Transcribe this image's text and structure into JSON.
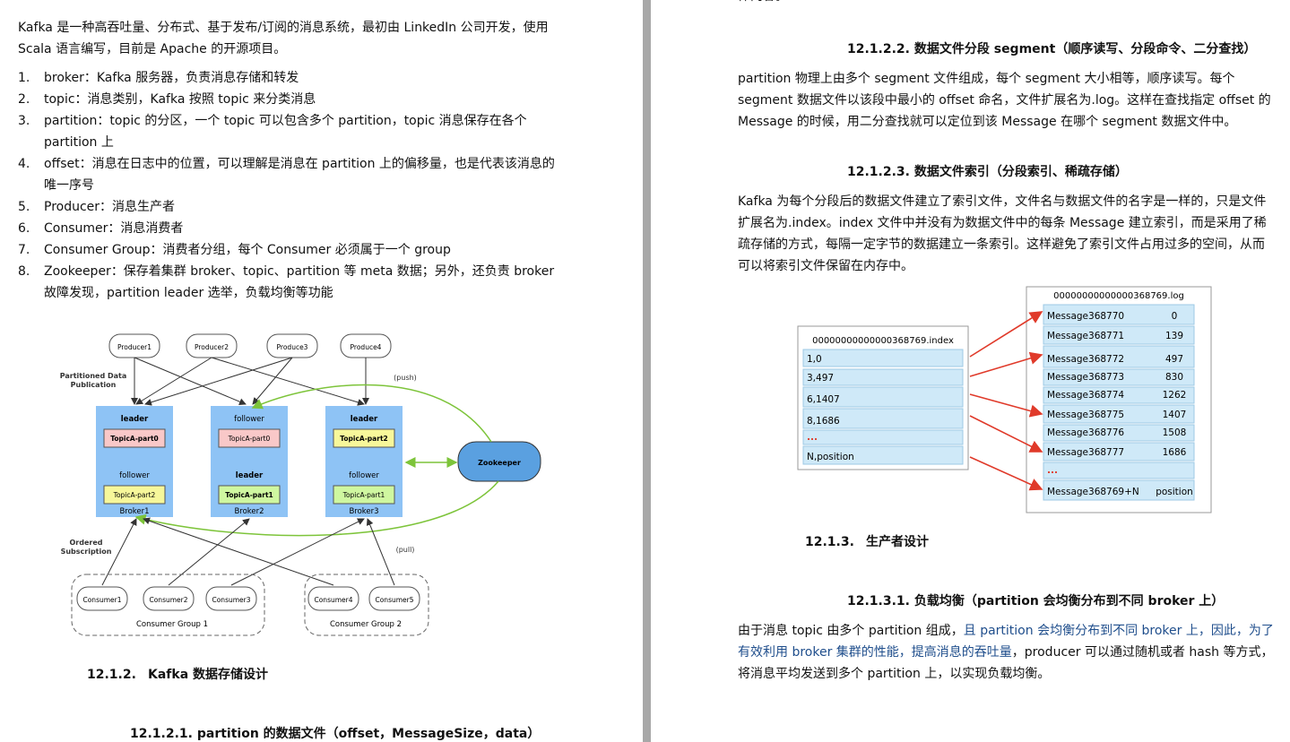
{
  "left": {
    "intro": "Kafka 是一种高吞吐量、分布式、基于发布/订阅的消息系统，最初由 LinkedIn 公司开发，使用 Scala 语言编写，目前是 Apache 的开源项目。",
    "list": [
      {
        "n": "1.",
        "text": "broker：Kafka 服务器，负责消息存储和转发"
      },
      {
        "n": "2.",
        "text": "topic：消息类别，Kafka 按照 topic 来分类消息"
      },
      {
        "n": "3.",
        "text": "partition：topic 的分区，一个 topic 可以包含多个 partition，topic 消息保存在各个 partition 上"
      },
      {
        "n": "4.",
        "text": "offset：消息在日志中的位置，可以理解是消息在 partition 上的偏移量，也是代表该消息的唯一序号"
      },
      {
        "n": "5.",
        "text": "Producer：消息生产者"
      },
      {
        "n": "6.",
        "text": "Consumer：消息消费者"
      },
      {
        "n": "7.",
        "text": "Consumer Group：消费者分组，每个 Consumer 必须属于一个 group"
      },
      {
        "n": "8.",
        "text": "Zookeeper：保存着集群 broker、topic、partition 等 meta 数据；另外，还负责 broker 故障发现，partition leader 选举，负载均衡等功能"
      }
    ],
    "diagram": {
      "producers": [
        "Producer1",
        "Producer2",
        "Produce3",
        "Produce4"
      ],
      "partitioned_label": [
        "Partitioned Data",
        "Publication"
      ],
      "push_label": "(push)",
      "pull_label": "(pull)",
      "ordered_label": [
        "Ordered",
        "Subscription"
      ],
      "brokers": [
        {
          "name": "Broker1",
          "top_role": "leader",
          "top_part": "TopicA-part0",
          "bottom_role": "follower",
          "bottom_part": "TopicA-part2"
        },
        {
          "name": "Broker2",
          "top_role": "follower",
          "top_part": "TopicA-part0",
          "bottom_role": "leader",
          "bottom_part": "TopicA-part1"
        },
        {
          "name": "Broker3",
          "top_role": "leader",
          "top_part": "TopicA-part2",
          "bottom_role": "follower",
          "bottom_part": "TopicA-part1"
        }
      ],
      "zookeeper": "Zookeeper",
      "consumers": [
        "Consumer1",
        "Consumer2",
        "Consumer3",
        "Consumer4",
        "Consumer5"
      ],
      "groups": [
        "Consumer Group 1",
        "Consumer Group 2"
      ]
    },
    "h_1212": {
      "num": "12.1.2.",
      "title": "Kafka 数据存储设计"
    },
    "h_12121": {
      "num": "12.1.2.1.",
      "title": "partition 的数据文件（offset，MessageSize，data）"
    }
  },
  "right": {
    "top_fragment": "体内容。",
    "h_12122": {
      "num": "12.1.2.2.",
      "title": "数据文件分段 segment（顺序读写、分段命令、二分查找）"
    },
    "p_segment": "partition 物理上由多个 segment 文件组成，每个 segment 大小相等，顺序读写。每个 segment 数据文件以该段中最小的 offset 命名，文件扩展名为.log。这样在查找指定 offset 的 Message 的时候，用二分查找就可以定位到该 Message 在哪个 segment 数据文件中。",
    "h_12123": {
      "num": "12.1.2.3.",
      "title": "数据文件索引（分段索引、稀疏存储）"
    },
    "p_index": "Kafka 为每个分段后的数据文件建立了索引文件，文件名与数据文件的名字是一样的，只是文件扩展名为.index。index 文件中并没有为数据文件中的每条 Message 建立索引，而是采用了稀疏存储的方式，每隔一定字节的数据建立一条索引。这样避免了索引文件占用过多的空间，从而可以将索引文件保留在内存中。",
    "index_diagram": {
      "index_file": "00000000000000368769.index",
      "index_rows": [
        "1,0",
        "3,497",
        "6,1407",
        "8,1686",
        "...",
        "N,position"
      ],
      "log_file": "00000000000000368769.log",
      "log_rows": [
        {
          "msg": "Message368770",
          "pos": "0"
        },
        {
          "msg": "Message368771",
          "pos": "139"
        },
        {
          "msg": "Message368772",
          "pos": "497"
        },
        {
          "msg": "Message368773",
          "pos": "830"
        },
        {
          "msg": "Message368774",
          "pos": "1262"
        },
        {
          "msg": "Message368775",
          "pos": "1407"
        },
        {
          "msg": "Message368776",
          "pos": "1508"
        },
        {
          "msg": "Message368777",
          "pos": "1686"
        },
        {
          "msg": "...",
          "pos": ""
        },
        {
          "msg": "Message368769+N",
          "pos": "position"
        }
      ]
    },
    "h_1213": {
      "num": "12.1.3.",
      "title": "生产者设计"
    },
    "h_12131": {
      "num": "12.1.3.1.",
      "title": "负载均衡（partition 会均衡分布到不同 broker 上）"
    },
    "p_lb_1": "由于消息 topic 由多个 partition 组成，",
    "p_lb_2": "且 partition 会均衡分布到不同 broker 上，因此，为了有效利用 broker 集群的性能，提高消息的吞吐量",
    "p_lb_3": "，producer 可以通过随机或者 hash 等方式，将消息平均发送到多个 partition 上，以实现负载均衡。"
  },
  "colors": {
    "broker_fill": "#8ec3f5",
    "part_red": "#f9c8c8",
    "part_yellow": "#f7f79a",
    "part_green": "#cff7a0",
    "zookeeper_fill": "#5aa0e0",
    "green_arrow": "#7dc43a",
    "red_arrow": "#e03a2a",
    "row_fill": "#cfe9f8",
    "highlight_text": "#1f4e8c",
    "gutter": "#a8a8a8"
  }
}
